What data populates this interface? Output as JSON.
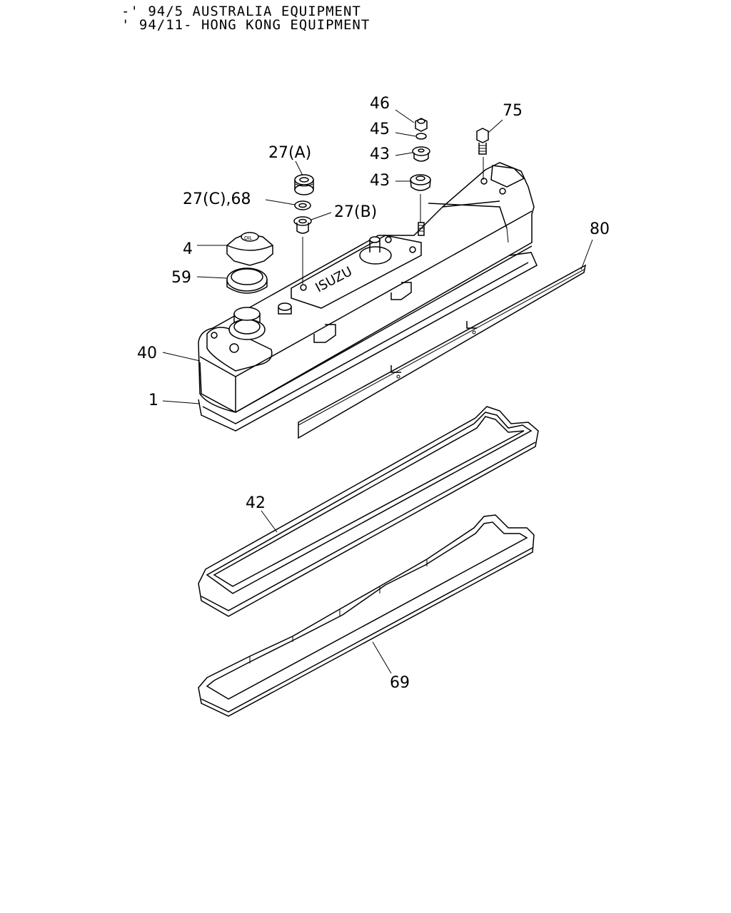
{
  "header": {
    "line1": "-' 94/5 AUSTRALIA EQUIPMENT",
    "line2": "' 94/11- HONG KONG EQUIPMENT"
  },
  "brand_text": "ISUZU",
  "callouts": {
    "c46": "46",
    "c45": "45",
    "c43a": "43",
    "c43b": "43",
    "c75": "75",
    "c27a": "27(A)",
    "c27c": "27(C),68",
    "c27b": "27(B)",
    "c4": "4",
    "c59": "59",
    "c40": "40",
    "c1": "1",
    "c80": "80",
    "c42": "42",
    "c69": "69"
  }
}
